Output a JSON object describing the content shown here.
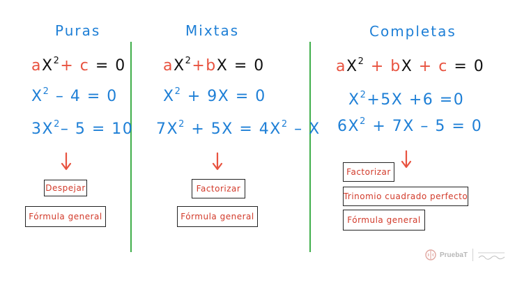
{
  "columns": [
    {
      "title": "Puras",
      "equations": [
        {
          "parts": [
            {
              "t": "a",
              "c": "red"
            },
            {
              "t": "X",
              "c": "blk"
            },
            {
              "t": "2",
              "c": "blk",
              "sup": true
            },
            {
              "t": "+",
              "c": "red"
            },
            {
              "t": " c",
              "c": "red"
            },
            {
              "t": " = 0",
              "c": "blk"
            }
          ]
        },
        {
          "parts": [
            {
              "t": "X",
              "c": "blue"
            },
            {
              "t": "2",
              "c": "blue",
              "sup": true
            },
            {
              "t": " – 4 = 0",
              "c": "blue"
            }
          ]
        },
        {
          "parts": [
            {
              "t": "3X",
              "c": "blue"
            },
            {
              "t": "2",
              "c": "blue",
              "sup": true
            },
            {
              "t": "– 5 = 10",
              "c": "blue"
            }
          ]
        }
      ],
      "methods": [
        "Despejar",
        "Fórmula general"
      ]
    },
    {
      "title": "Mixtas",
      "equations": [
        {
          "parts": [
            {
              "t": "a",
              "c": "red"
            },
            {
              "t": "X",
              "c": "blk"
            },
            {
              "t": "2",
              "c": "blk",
              "sup": true
            },
            {
              "t": "+",
              "c": "red"
            },
            {
              "t": "b",
              "c": "red"
            },
            {
              "t": "X = 0",
              "c": "blk"
            }
          ]
        },
        {
          "parts": [
            {
              "t": "X",
              "c": "blue"
            },
            {
              "t": "2",
              "c": "blue",
              "sup": true
            },
            {
              "t": " + 9X = 0",
              "c": "blue"
            }
          ]
        },
        {
          "parts": [
            {
              "t": "7X",
              "c": "blue"
            },
            {
              "t": "2",
              "c": "blue",
              "sup": true
            },
            {
              "t": " + 5X = 4X",
              "c": "blue"
            },
            {
              "t": "2",
              "c": "blue",
              "sup": true
            },
            {
              "t": " – X",
              "c": "blue"
            }
          ]
        }
      ],
      "methods": [
        "Factorizar",
        "Fórmula general"
      ]
    },
    {
      "title": "Completas",
      "equations": [
        {
          "parts": [
            {
              "t": "a",
              "c": "red"
            },
            {
              "t": "X",
              "c": "blk"
            },
            {
              "t": "2",
              "c": "blk",
              "sup": true
            },
            {
              "t": " + b",
              "c": "red"
            },
            {
              "t": "X",
              "c": "blk"
            },
            {
              "t": " + c",
              "c": "red"
            },
            {
              "t": " = 0",
              "c": "blk"
            }
          ]
        },
        {
          "parts": [
            {
              "t": "X",
              "c": "blue"
            },
            {
              "t": "2",
              "c": "blue",
              "sup": true
            },
            {
              "t": "+5X +6 =0",
              "c": "blue"
            }
          ]
        },
        {
          "parts": [
            {
              "t": "6X",
              "c": "blue"
            },
            {
              "t": "2",
              "c": "blue",
              "sup": true
            },
            {
              "t": " + 7X – 5 = 0",
              "c": "blue"
            }
          ]
        }
      ],
      "methods": [
        "Factorizar",
        "Trinomio cuadrado perfecto",
        "Fórmula general"
      ]
    }
  ],
  "logo": {
    "text": "PruebaT"
  },
  "colors": {
    "title": "#1e7fd6",
    "equation_blue": "#1e7fd6",
    "coefficient_red": "#e8523f",
    "method_text": "#d23a2a",
    "divider": "#3fae4a"
  }
}
